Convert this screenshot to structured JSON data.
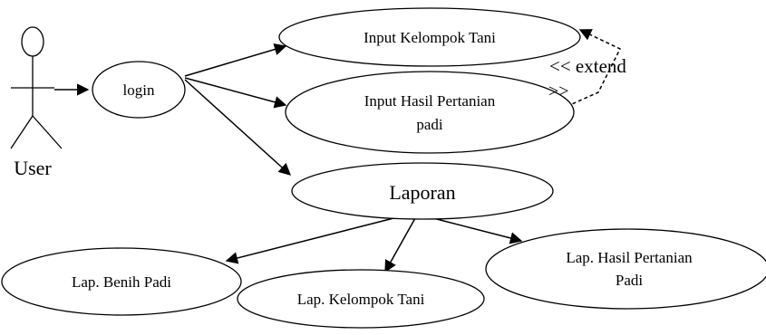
{
  "actor": {
    "label": "User"
  },
  "use_cases": {
    "login": "login",
    "input_kelompok": "Input Kelompok Tani",
    "input_hasil_line1": "Input Hasil Pertanian",
    "input_hasil_line2": "padi",
    "laporan": "Laporan",
    "lap_benih": "Lap. Benih Padi",
    "lap_kelompok": "Lap. Kelompok Tani",
    "lap_hasil_line1": "Lap. Hasil Pertanian",
    "lap_hasil_line2": "Padi"
  },
  "relations": {
    "extend_label": "<< extend",
    "extend_close": ">>"
  }
}
